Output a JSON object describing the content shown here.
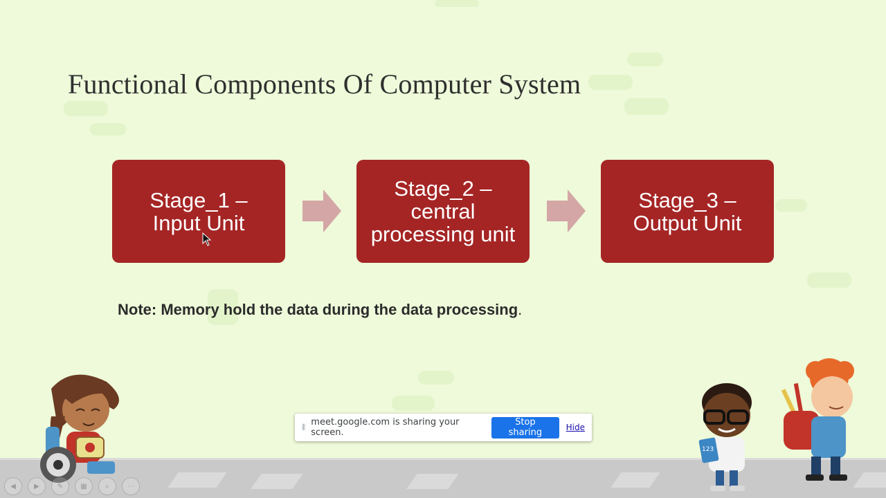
{
  "slide": {
    "title": "Functional Components Of Computer System",
    "stages": [
      {
        "label": "Stage_1 –\nInput Unit"
      },
      {
        "label": "Stage_2 –\ncentral\nprocessing unit"
      },
      {
        "label": "Stage_3 –\nOutput Unit"
      }
    ],
    "note": {
      "text": "Note: Memory hold the data during the data processing",
      "period": "."
    }
  },
  "share_bar": {
    "message": "meet.google.com is sharing your screen.",
    "stop_label": "Stop sharing",
    "hide_label": "Hide"
  },
  "colors": {
    "background": "#eefad9",
    "stage_box": "#a52525",
    "arrow": "#d4a6a6",
    "stop_button": "#1a73e8"
  },
  "icons": [
    "arrow-right-icon",
    "mouse-cursor-icon",
    "drag-grip-icon",
    "prev-slide-icon",
    "next-slide-icon",
    "pen-icon",
    "slides-icon",
    "zoom-icon",
    "more-icon"
  ]
}
